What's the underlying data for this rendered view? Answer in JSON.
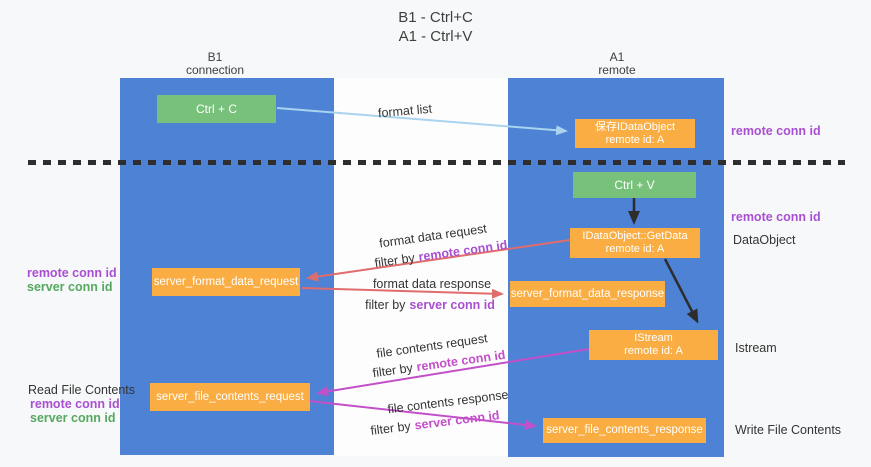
{
  "title": {
    "line1": "B1 - Ctrl+C",
    "line2": "A1 - Ctrl+V"
  },
  "lanes": {
    "left": {
      "name": "B1",
      "role": "connection"
    },
    "right": {
      "name": "A1",
      "role": "remote"
    }
  },
  "nodes": {
    "ctrl_c": {
      "label": "Ctrl + C"
    },
    "ctrl_v": {
      "label": "Ctrl + V"
    },
    "saved_dataobject": {
      "line1": "保存IDataObject",
      "line2": "remote id: A"
    },
    "getdata": {
      "line1": "IDataObject::GetData",
      "line2": "remote id: A"
    },
    "istream": {
      "line1": "IStream",
      "line2": "remote id: A"
    },
    "format_request": {
      "label": "server_format_data_request"
    },
    "format_response": {
      "label": "server_format_data_response"
    },
    "file_request": {
      "label": "server_file_contents_request"
    },
    "file_response": {
      "label": "server_file_contents_response"
    }
  },
  "labels": {
    "format_list": "format list",
    "format_data_request": "format data request",
    "format_data_response": "format data response",
    "file_contents_request": "file contents request",
    "file_contents_response": "file contents response",
    "filter_by": "filter by",
    "remote_conn_id": "remote conn id",
    "server_conn_id": "server conn id",
    "dataobject": "DataObject",
    "istream": "Istream",
    "read_file_contents": "Read File Contents",
    "write_file_contents": "Write File Contents"
  },
  "colors": {
    "lane_blue": "#4d82d5",
    "node_green": "#77c17b",
    "node_orange": "#f9ad42",
    "arrow_blue": "#a9d3ee",
    "arrow_red": "#e06c6c",
    "arrow_magenta": "#c34fc9",
    "arrow_black": "#2d2d2d",
    "text_purple": "#a94fd1",
    "text_green": "#56a85f"
  }
}
